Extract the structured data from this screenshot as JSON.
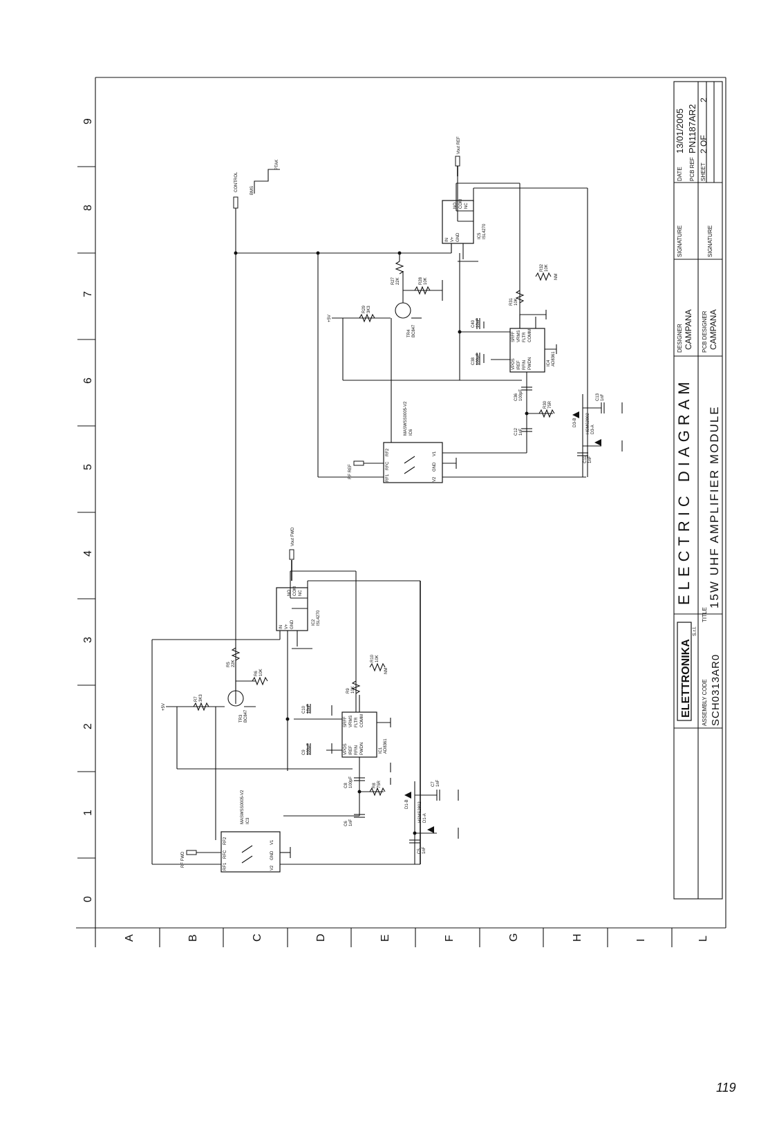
{
  "title_block": {
    "date_label": "DATE",
    "date": "13/01/2005",
    "pcb_ref_label": "PCB REF",
    "pcb_ref": "PN1187AR2",
    "sheet_label": "SHEET",
    "sheet": "2 OF",
    "sheet_total": "2",
    "signature_label": "SIGNATURE",
    "designer_label": "DESIGNER",
    "designer": "CAMPANA",
    "pcb_designer_label": "PCB DESIGNER",
    "pcb_designer": "CAMPANA",
    "diagram_title": "ELECTRIC DIAGRAM",
    "title_label": "TITLE",
    "module_title": "15W UHF AMPLIFIER MODULE",
    "assembly_code_label": "ASSEMBLY CODE",
    "assembly_code": "SCH0313AR0",
    "logo": "ELETTRONIKA",
    "logo_suffix": "S.r.l."
  },
  "grid": {
    "numbers": [
      "9",
      "8",
      "7",
      "6",
      "5",
      "4",
      "3",
      "2",
      "1",
      "0"
    ],
    "letters": [
      "A",
      "B",
      "C",
      "D",
      "E",
      "F",
      "G",
      "H",
      "I",
      "L"
    ]
  },
  "page_number": "119",
  "components": {
    "control": "CONTROL",
    "bms": "BMS",
    "ptak": "PTAK",
    "vout_ref": "Vout REF",
    "vout_fwd": "Vout FWD",
    "rf_ref": "RF REF",
    "rf_fwd": "RF FWD",
    "plus5v": "+5V",
    "ic5": "IC5",
    "ic5_part": "ISL4270",
    "ic2": "IC2",
    "ic2_part": "ISL4270",
    "ic4": "IC4",
    "ic4_part": "AD8361",
    "ic1": "IC1",
    "ic1_part": "AD8361",
    "ic6": "IC6",
    "ic6_part": "MASWSS0005-V2",
    "ic3": "IC3",
    "ic3_part": "MASWSS0005-V2",
    "tr4": "TR4",
    "tr4_part": "BC847",
    "tr3": "TR3",
    "tr3_part": "BC847",
    "r27": "R27",
    "r27_val": "22K",
    "r28": "R28",
    "r28_val": "10K",
    "r29": "R29",
    "r29_val": "3K3",
    "r32": "R32",
    "r32_val": "10K",
    "r32_nm": "NM",
    "r31": "R31",
    "r31_val": "10K",
    "r30": "R30",
    "r30_val": "75R",
    "c40": "C40",
    "c40_val": "10nF",
    "c38": "C38",
    "c38_val": "100pF",
    "c36": "C36",
    "c36_val": "100pF",
    "c12": "C12",
    "c12_val": "1nF",
    "c13": "C13",
    "c13_val": "1nF",
    "c11": "C11",
    "c11_val": "1nF",
    "d3b": "D3-B",
    "d3a": "D3-A",
    "d3_part": "HSMS2802",
    "r5": "R5",
    "r5_val": "22K",
    "r6": "R6",
    "r6_val": "10K",
    "r7": "R7",
    "r7_val": "3K3",
    "r10": "R10",
    "r10_val": "10K",
    "r10_nm": "NM",
    "r9": "R9",
    "r9_val": "10K",
    "r8": "R8",
    "r8_val": "75R",
    "c10": "C10",
    "c10_val": "10nF",
    "c9": "C9",
    "c9_val": "100pF",
    "c8": "C8",
    "c8_val": "100pF",
    "c6": "C6",
    "c6_val": "1nF",
    "c7": "C7",
    "c7_val": "1nF",
    "c5": "C5",
    "c5_val": "1nF",
    "d1b": "D1-B",
    "d1a": "D1-A",
    "d1_part": "HSMS2802",
    "pin_in": "IN",
    "pin_vplus": "V+",
    "pin_gnd": "GND",
    "pin_no": "NO",
    "pin_com": "COM",
    "pin_nc": "NC",
    "pin_vpos": "VPOS",
    "pin_iref": "IREF",
    "pin_rfin": "RFIN",
    "pin_pwdn": "PWDN",
    "pin_srff": "SRFF",
    "pin_vrms": "VRMS",
    "pin_fltr": "FLTR",
    "pin_comm": "COMM",
    "pin_rf1": "RF1",
    "pin_rf2": "RF2",
    "pin_rfc": "RFC",
    "pin_v1": "V1",
    "pin_v2": "V2",
    "pin_gnd2": "GND"
  }
}
